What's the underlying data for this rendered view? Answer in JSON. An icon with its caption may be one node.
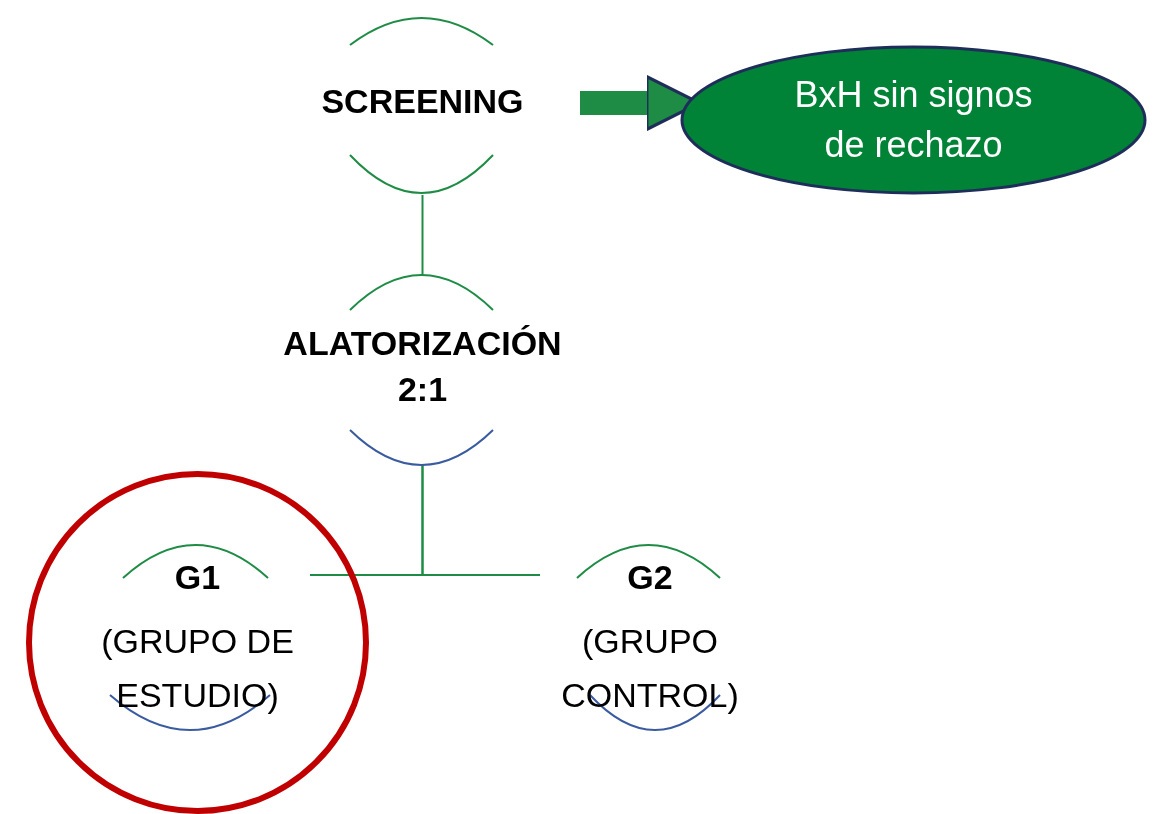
{
  "diagram": {
    "nodes": [
      {
        "text": [
          "SCREENING"
        ]
      },
      {
        "text": [
          "BxH sin signos de rechazo"
        ]
      },
      {
        "text": [
          "ALATORIZACIÓN 2:1"
        ]
      },
      {
        "text": [],
        "shape": "circle"
      },
      {
        "text": [
          "G1",
          "(GRUPO DE ESTUDIO)"
        ],
        "in": 3
      },
      {
        "text": [
          "G2",
          "(GRUPO CONTROL)"
        ]
      }
    ],
    "edges": [
      {
        "from": 0,
        "to": 1,
        "arrow": "to",
        "style": "thick"
      },
      {
        "from": 0,
        "to": 2,
        "arrow": "none"
      },
      {
        "from": 2,
        "to": 4,
        "arrow": "none"
      },
      {
        "from": 2,
        "to": 5,
        "arrow": "none"
      }
    ]
  }
}
